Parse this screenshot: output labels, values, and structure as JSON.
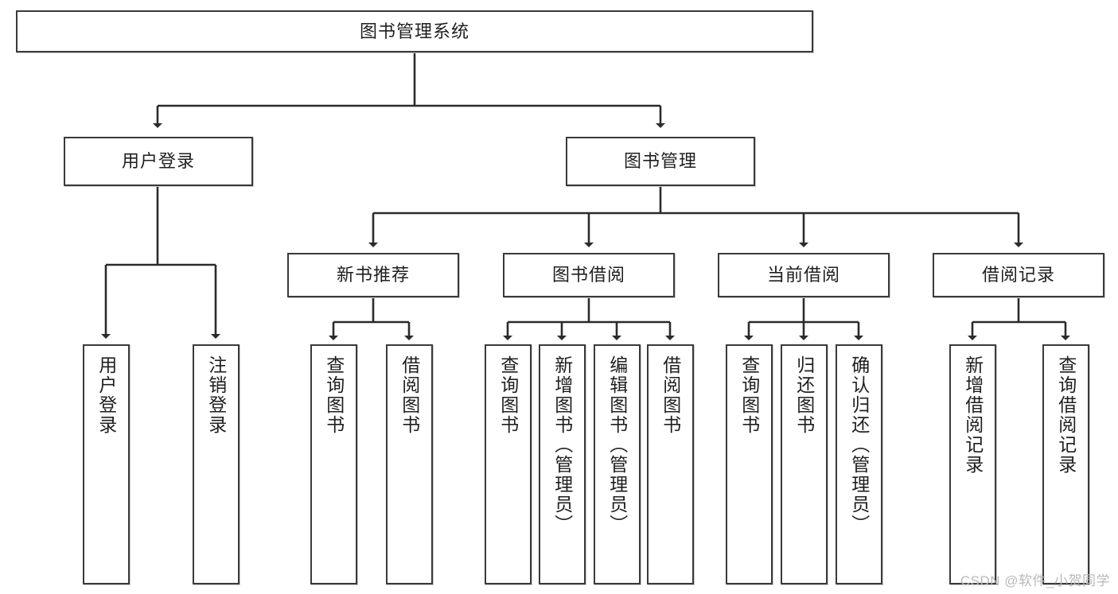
{
  "diagram": {
    "type": "hierarchy-tree",
    "title": "图书管理系统",
    "root": {
      "label": "图书管理系统"
    },
    "level2": [
      {
        "label": "用户登录"
      },
      {
        "label": "图书管理"
      }
    ],
    "level3": [
      {
        "label": "新书推荐"
      },
      {
        "label": "图书借阅"
      },
      {
        "label": "当前借阅"
      },
      {
        "label": "借阅记录"
      }
    ],
    "leaves": {
      "user_login": [
        {
          "label": "用户登录"
        },
        {
          "label": "注销登录"
        }
      ],
      "new_book_recommend": [
        {
          "label": "查询图书"
        },
        {
          "label": "借阅图书"
        }
      ],
      "book_borrow": [
        {
          "label": "查询图书"
        },
        {
          "label": "新增图书（管理员）"
        },
        {
          "label": "编辑图书（管理员）"
        },
        {
          "label": "借阅图书"
        }
      ],
      "current_borrow": [
        {
          "label": "查询图书"
        },
        {
          "label": "归还图书"
        },
        {
          "label": "确认归还（管理员）"
        }
      ],
      "borrow_record": [
        {
          "label": "新增借阅记录"
        },
        {
          "label": "查询借阅记录"
        }
      ]
    }
  },
  "watermark": {
    "text": "CSDN @软件_小贺同学"
  },
  "colors": {
    "box_border": "#3a3a3a",
    "box_fill": "#ffffff",
    "edge": "#2b2b2b",
    "text": "#1f1f1f",
    "watermark": "#b9b9b9"
  }
}
